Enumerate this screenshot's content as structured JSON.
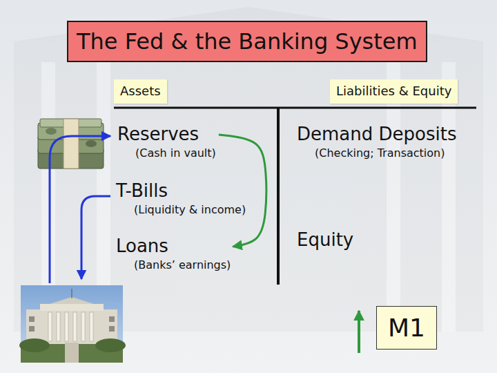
{
  "diagram": {
    "title": "The Fed & the Banking System",
    "nodes": [
      {
        "text": [
          "Assets"
        ]
      },
      {
        "text": [
          "Liabilities & Equity"
        ]
      },
      {
        "text": [
          "Reserves",
          "(Cash in vault)"
        ]
      },
      {
        "text": [
          "Demand Deposits",
          "(Checking; Transaction)"
        ]
      },
      {
        "text": [
          "T-Bills",
          "(Liquidity & income)"
        ]
      },
      {
        "text": [
          "Loans",
          "(Banks’ earnings)"
        ]
      },
      {
        "text": [
          "Equity"
        ]
      },
      {
        "text": [
          "M1"
        ]
      }
    ],
    "edges": [
      {
        "from": 2,
        "to": 5,
        "arrow": "to"
      }
    ]
  }
}
